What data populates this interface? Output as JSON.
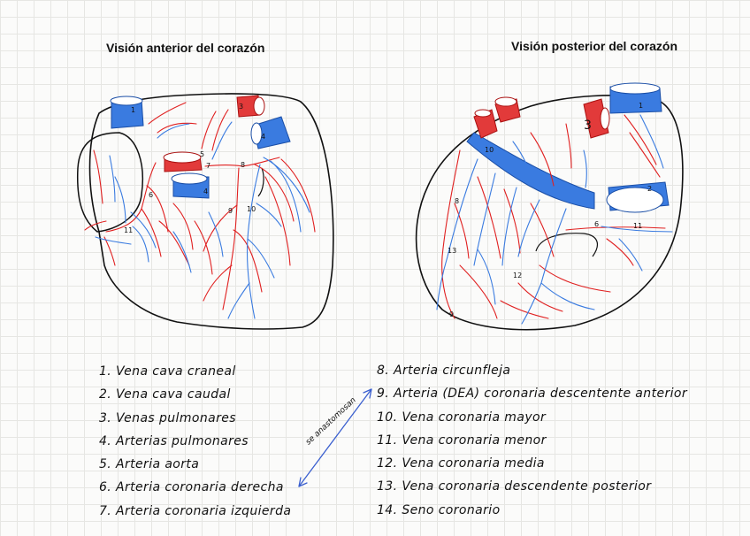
{
  "titles": {
    "anterior": "Visión anterior del corazón",
    "posterior": "Visión posterior del corazón"
  },
  "legend_left": [
    "1. Vena cava craneal",
    "2. Vena cava caudal",
    "3. Venas pulmonares",
    "4. Arterias pulmonares",
    "5. Arteria aorta",
    "6. Arteria coronaria derecha",
    "7. Arteria coronaria izquierda"
  ],
  "legend_right": [
    "8. Arteria circunfleja",
    "9. Arteria (DEA) coronaria descentente anterior",
    "10. Vena coronaria mayor",
    "11. Vena coronaria menor",
    "12. Vena coronaria media",
    "13. Vena coronaria descendente posterior",
    "14. Seno coronario"
  ],
  "anastomosis_note": "se anastomosan",
  "anterior_labels": [
    "1",
    "3",
    "4",
    "5",
    "7",
    "8",
    "6",
    "4",
    "9",
    "10",
    "11"
  ],
  "posterior_labels": [
    "10",
    "3",
    "1",
    "8",
    "2",
    "6",
    "11",
    "13",
    "12",
    "9"
  ],
  "colors": {
    "artery": "#e02020",
    "vein": "#3a7be0",
    "outline": "#111111"
  }
}
